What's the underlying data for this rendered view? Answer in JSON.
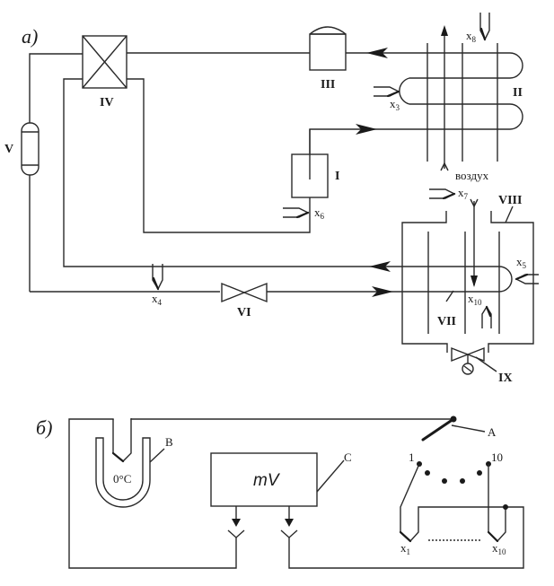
{
  "figure": {
    "part_a": {
      "label": "а)",
      "components": {
        "compressor": "I",
        "condenser": "II",
        "receiver_tank": "III",
        "four_way_valve": "IV",
        "filter_drier": "V",
        "expansion_valve": "VI",
        "evaporator": "VII",
        "chamber": "VIII",
        "drain_valve": "IX"
      },
      "air_label": "воздух",
      "sensors": {
        "x3": {
          "base": "x",
          "sub": "3"
        },
        "x4": {
          "base": "x",
          "sub": "4"
        },
        "x5": {
          "base": "x",
          "sub": "5"
        },
        "x6": {
          "base": "x",
          "sub": "6"
        },
        "x7": {
          "base": "x",
          "sub": "7"
        },
        "x8": {
          "base": "x",
          "sub": "8"
        },
        "x10": {
          "base": "x",
          "sub": "10"
        }
      }
    },
    "part_b": {
      "label": "б)",
      "cold_junction_label": "B",
      "cold_junction_temp": "0°C",
      "meter_label": "C",
      "meter_unit": "mV",
      "switch_label": "A",
      "switch_first": "1",
      "switch_last": "10",
      "thermocouple_first": {
        "base": "x",
        "sub": "1"
      },
      "thermocouple_last": {
        "base": "x",
        "sub": "10"
      }
    }
  }
}
